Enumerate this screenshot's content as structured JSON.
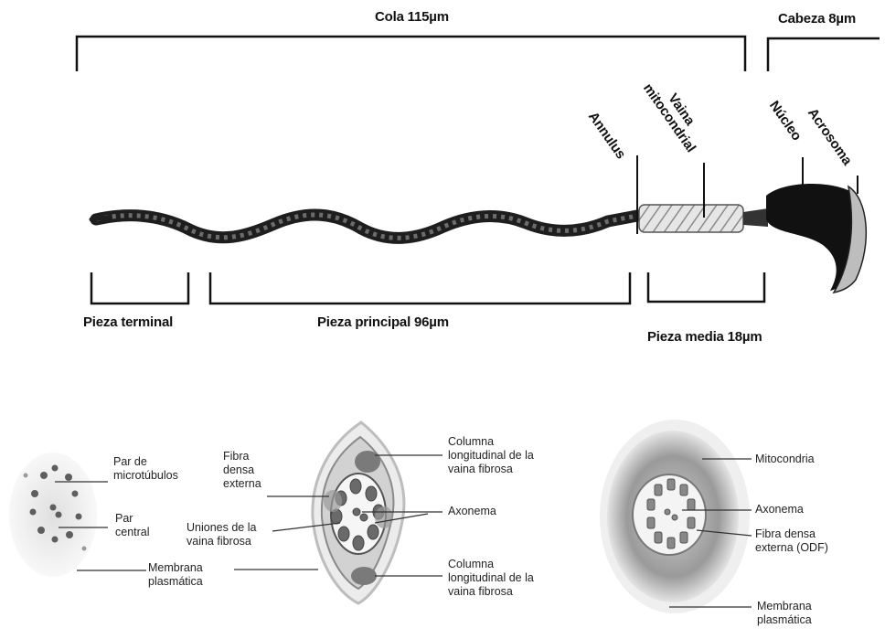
{
  "labels": {
    "cola": "Cola 115µm",
    "cabeza": "Cabeza 8µm",
    "annulus": "Annulus",
    "vaina_mitocondrial": "Vaina\nmitocondrial",
    "nucleo": "Núcleo",
    "acrosoma": "Acrosoma",
    "pieza_terminal": "Pieza terminal",
    "pieza_principal": "Pieza principal 96µm",
    "pieza_media": "Pieza media 18µm"
  },
  "cross_sections": {
    "section1": {
      "par_microtubulos": "Par de\nmicrotúbulos",
      "par_central": "Par\ncentral",
      "membrana": "Membrana\nplasmática"
    },
    "section2": {
      "fibra_densa": "Fibra\ndensa\nexterna",
      "uniones": "Uniones de la\nvaina fibrosa",
      "columna_top": "Columna\nlongitudinal de la\nvaina fibrosa",
      "axonema": "Axonema",
      "columna_bottom": "Columna\nlongitudinal de la\nvaina fibrosa"
    },
    "section3": {
      "mitocondria": "Mitocondria",
      "axonema": "Axonema",
      "fibra_densa": "Fibra densa\nexterna (ODF)",
      "membrana": "Membrana\nplasmática"
    }
  }
}
